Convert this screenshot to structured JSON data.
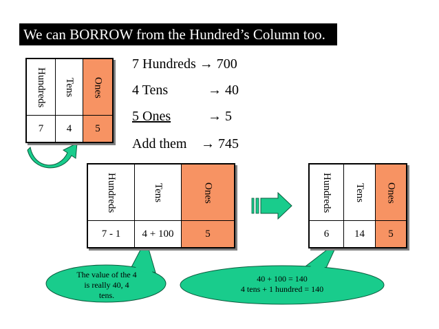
{
  "title": "We can BORROW from the Hundred’s Column too.",
  "headers": {
    "hundreds": "Hundreds",
    "tens": "Tens",
    "ones": "Ones"
  },
  "chart1": {
    "hundreds": "7",
    "tens": "4",
    "ones": "5"
  },
  "facts": {
    "hundreds": "7 Hundreds → 700",
    "tens_label": "4 Tens",
    "tens_value": "→  40",
    "ones_label": "5 Ones",
    "ones_value": "→   5",
    "sum_label": "Add them",
    "sum_value": "→  745"
  },
  "chart2": {
    "hundreds": "7 - 1",
    "tens": "4 + 100",
    "ones": "5"
  },
  "chart3": {
    "hundreds": "6",
    "tens": "14",
    "ones": "5"
  },
  "bubble_left": {
    "line1": "The value of the 4",
    "line2": "is really 40, 4",
    "line3": "tens."
  },
  "bubble_right": {
    "line1": "40 + 100 = 140",
    "line2": "4 tens + 1 hundred = 140"
  },
  "colors": {
    "ones_fill": "#f79363",
    "bubble_fill": "#19cc8c",
    "arrow_fill": "#19cc8c"
  }
}
